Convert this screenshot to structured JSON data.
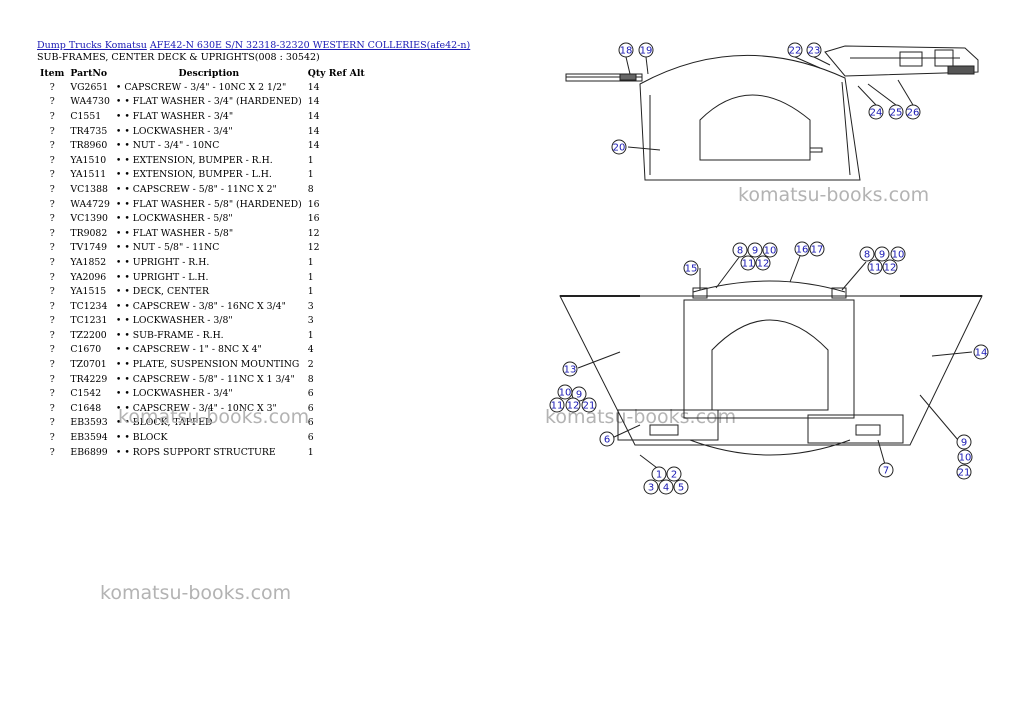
{
  "breadcrumb": {
    "link1": "Dump Trucks Komatsu",
    "link2": "AFE42-N 630E S/N 32318-32320 WESTERN COLLERIES(afe42-n)"
  },
  "subtitle": "SUB-FRAMES, CENTER DECK & UPRIGHTS(008 : 30542)",
  "table": {
    "headers": {
      "item": "Item",
      "part": "PartNo",
      "desc": "Description",
      "qty": "Qty Ref Alt"
    },
    "rows": [
      {
        "item": "?",
        "part": "VG2651",
        "desc": "• CAPSCREW - 3/4\" - 10NC X 2 1/2\"",
        "qty": "14"
      },
      {
        "item": "?",
        "part": "WA4730",
        "desc": "• • FLAT WASHER - 3/4\" (HARDENED)",
        "qty": "14"
      },
      {
        "item": "?",
        "part": "C1551",
        "desc": "• • FLAT WASHER - 3/4\"",
        "qty": "14"
      },
      {
        "item": "?",
        "part": "TR4735",
        "desc": "• • LOCKWASHER - 3/4\"",
        "qty": "14"
      },
      {
        "item": "?",
        "part": "TR8960",
        "desc": "• • NUT - 3/4\" - 10NC",
        "qty": "14"
      },
      {
        "item": "?",
        "part": "YA1510",
        "desc": "• • EXTENSION, BUMPER - R.H.",
        "qty": "1"
      },
      {
        "item": "?",
        "part": "YA1511",
        "desc": "• • EXTENSION, BUMPER - L.H.",
        "qty": "1"
      },
      {
        "item": "?",
        "part": "VC1388",
        "desc": "• • CAPSCREW - 5/8\" - 11NC X 2\"",
        "qty": "8"
      },
      {
        "item": "?",
        "part": "WA4729",
        "desc": "• • FLAT WASHER - 5/8\" (HARDENED)",
        "qty": "16"
      },
      {
        "item": "?",
        "part": "VC1390",
        "desc": "• • LOCKWASHER - 5/8\"",
        "qty": "16"
      },
      {
        "item": "?",
        "part": "TR9082",
        "desc": "• • FLAT WASHER - 5/8\"",
        "qty": "12"
      },
      {
        "item": "?",
        "part": "TV1749",
        "desc": "• • NUT - 5/8\" - 11NC",
        "qty": "12"
      },
      {
        "item": "?",
        "part": "YA1852",
        "desc": "• • UPRIGHT - R.H.",
        "qty": "1"
      },
      {
        "item": "?",
        "part": "YA2096",
        "desc": "• • UPRIGHT - L.H.",
        "qty": "1"
      },
      {
        "item": "?",
        "part": "YA1515",
        "desc": "• • DECK, CENTER",
        "qty": "1"
      },
      {
        "item": "?",
        "part": "TC1234",
        "desc": "• • CAPSCREW - 3/8\" - 16NC X 3/4\"",
        "qty": "3"
      },
      {
        "item": "?",
        "part": "TC1231",
        "desc": "• • LOCKWASHER - 3/8\"",
        "qty": "3"
      },
      {
        "item": "?",
        "part": "TZ2200",
        "desc": "• • SUB-FRAME - R.H.",
        "qty": "1"
      },
      {
        "item": "?",
        "part": "C1670",
        "desc": "• • CAPSCREW - 1\" - 8NC X 4\"",
        "qty": "4"
      },
      {
        "item": "?",
        "part": "TZ0701",
        "desc": "• • PLATE, SUSPENSION MOUNTING",
        "qty": "2"
      },
      {
        "item": "?",
        "part": "TR4229",
        "desc": "• • CAPSCREW - 5/8\" - 11NC X 1 3/4\"",
        "qty": "8"
      },
      {
        "item": "?",
        "part": "C1542",
        "desc": "• • LOCKWASHER - 3/4\"",
        "qty": "6"
      },
      {
        "item": "?",
        "part": "C1648",
        "desc": "• • CAPSCREW - 3/4\" - 10NC X 3\"",
        "qty": "6"
      },
      {
        "item": "?",
        "part": "EB3593",
        "desc": "• • BLOCK, TAPPED",
        "qty": "6"
      },
      {
        "item": "?",
        "part": "EB3594",
        "desc": "• • BLOCK",
        "qty": "6"
      },
      {
        "item": "?",
        "part": "EB6899",
        "desc": "• • ROPS SUPPORT STRUCTURE",
        "qty": "1"
      }
    ]
  },
  "watermark": "komatsu-books.com",
  "diagram": {
    "callout_color": "#1a1ab4",
    "callouts_top": [
      "18",
      "19",
      "22",
      "23",
      "24",
      "25",
      "26",
      "20"
    ],
    "callouts_bottom": [
      "8",
      "9",
      "10",
      "11",
      "12",
      "16",
      "17",
      "15",
      "8",
      "9",
      "10",
      "11",
      "12",
      "13",
      "14",
      "10",
      "9",
      "11",
      "12",
      "21",
      "6",
      "9",
      "10",
      "21",
      "7",
      "1",
      "2",
      "3",
      "4",
      "5"
    ]
  }
}
